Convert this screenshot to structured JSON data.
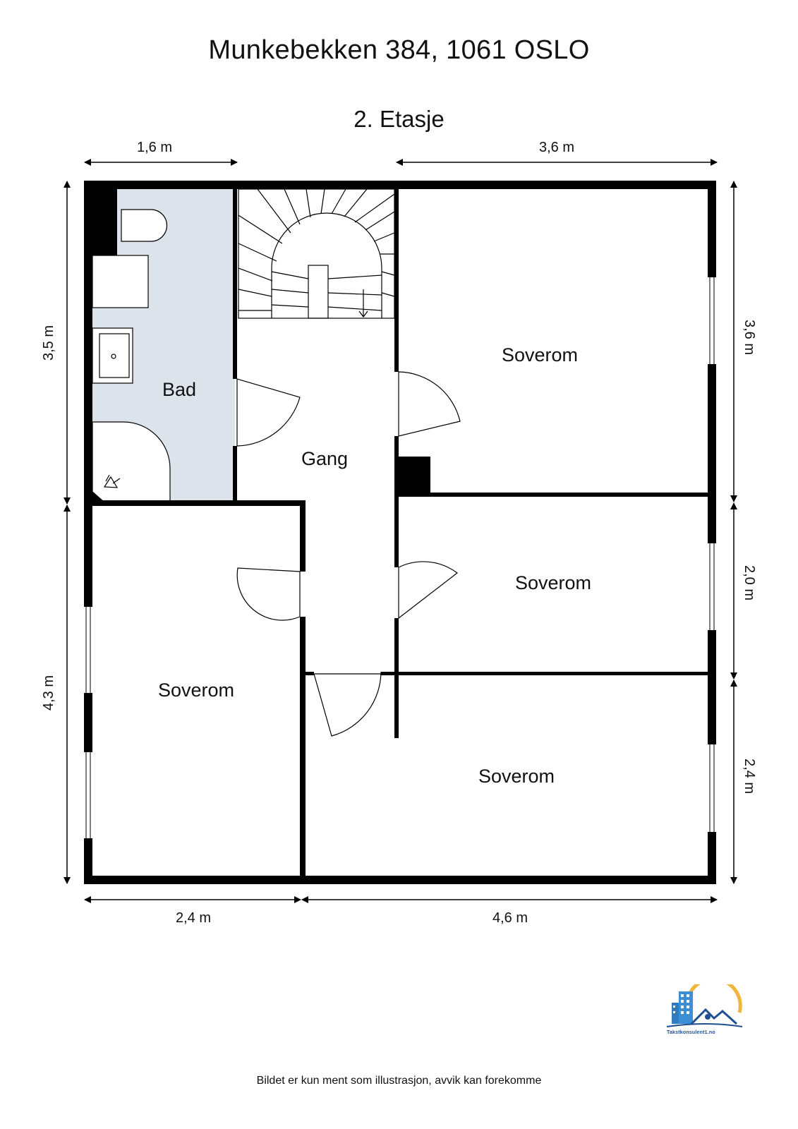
{
  "title": "Munkebekken 384, 1061 OSLO",
  "floor": "2. Etasje",
  "rooms": {
    "bad": "Bad",
    "gang": "Gang",
    "soverom_top_right": "Soverom",
    "soverom_mid_right": "Soverom",
    "soverom_bottom_right": "Soverom",
    "soverom_left": "Soverom"
  },
  "dimensions": {
    "top_left": "1,6 m",
    "top_right": "3,6 m",
    "bottom_left": "2,4 m",
    "bottom_right": "4,6 m",
    "left_upper": "3,5 m",
    "left_lower": "4,3 m",
    "right_top": "3,6 m",
    "right_mid": "2,0 m",
    "right_bottom": "2,4 m"
  },
  "logo": {
    "text": "Takstkonsulent1.no",
    "colors": {
      "building": "#3a8fd6",
      "sun": "#f2b53a",
      "roof": "#1f4f8f"
    }
  },
  "footer": "Bildet er kun ment som illustrasjon, avvik kan forekomme",
  "colors": {
    "wall": "#000000",
    "bathroom_fill": "#dde3ea"
  }
}
